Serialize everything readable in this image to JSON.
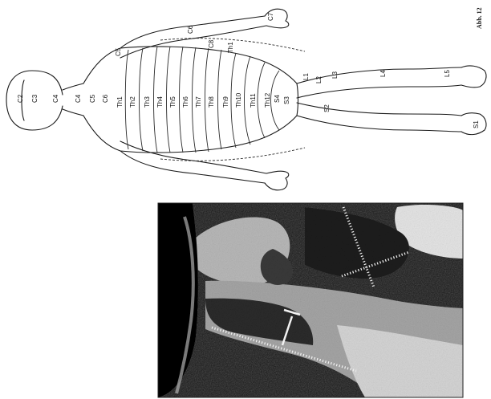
{
  "figure_caption": "Abb. 12",
  "dermatome_labels": {
    "head": [
      "C2",
      "C3",
      "C4"
    ],
    "neck": [
      "C4",
      "C5",
      "C6"
    ],
    "thoracic": [
      "Th1",
      "Th2",
      "Th3",
      "Th4",
      "Th5",
      "Th6",
      "Th7",
      "Th8",
      "Th9",
      "Th10",
      "Th11",
      "Th12"
    ],
    "lumbar": [
      "L1",
      "L2",
      "L3",
      "L4",
      "L5"
    ],
    "sacral": [
      "S1",
      "S2",
      "S3",
      "S4"
    ],
    "upper_limb": [
      "C5",
      "C6",
      "C7",
      "C8",
      "Th1"
    ]
  },
  "colors": {
    "line": "#1a1a1a",
    "scan_background": "#111111",
    "scan_marker": "#f2f2f2"
  }
}
